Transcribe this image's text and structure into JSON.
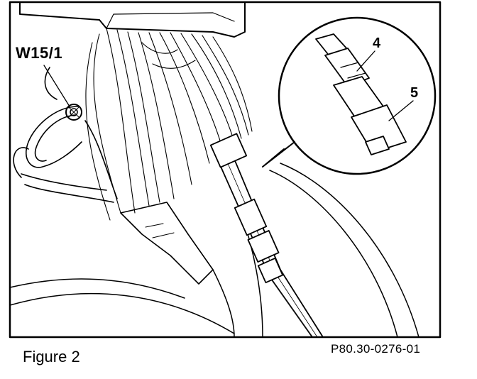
{
  "labels": {
    "ground_point": "W15/1",
    "part_4": "4",
    "part_5": "5"
  },
  "caption": "Figure 2",
  "reference_code": "P80.30-0276-01"
}
